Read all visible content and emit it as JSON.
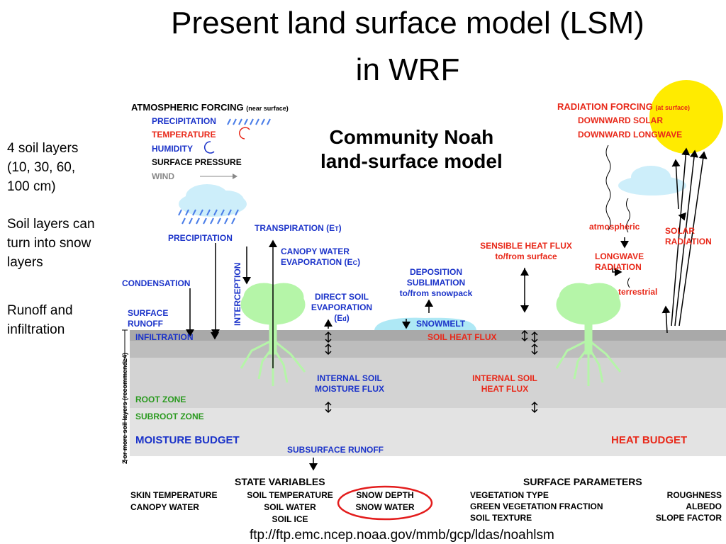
{
  "slide_title_line1": "Present land surface model (LSM)",
  "slide_title_line2": "in WRF",
  "notes": {
    "soil_layers_1": "4 soil layers",
    "soil_layers_2": "(10, 30, 60,",
    "soil_layers_3": "100 cm)",
    "snow_layers_1": "Soil layers can",
    "snow_layers_2": "turn into snow",
    "snow_layers_3": "layers",
    "runoff_1": "Runoff and",
    "runoff_2": "infiltration"
  },
  "diagram": {
    "model_name_1": "Community Noah",
    "model_name_2": "land-surface model",
    "atmospheric_forcing": "ATMOSPHERIC FORCING",
    "atmospheric_forcing_note": "(near surface)",
    "forcing_items": [
      "PRECIPITATION",
      "TEMPERATURE",
      "HUMIDITY",
      "SURFACE PRESSURE",
      "WIND"
    ],
    "radiation_forcing": "RADIATION FORCING",
    "radiation_forcing_note": "(at surface)",
    "radiation_items": [
      "DOWNWARD SOLAR",
      "DOWNWARD LONGWAVE"
    ],
    "precipitation": "PRECIPITATION",
    "transpiration": "TRANSPIRATION (E",
    "transpiration_sub": "T",
    "canopy_evap_1": "CANOPY WATER",
    "canopy_evap_2": "EVAPORATION (E",
    "canopy_evap_sub": "C",
    "condensation": "CONDENSATION",
    "interception": "INTERCEPTION",
    "surface_runoff_1": "SURFACE",
    "surface_runoff_2": "RUNOFF",
    "direct_soil_1": "DIRECT SOIL",
    "direct_soil_2": "EVAPORATION",
    "direct_soil_3": "(E",
    "direct_soil_sub": "d",
    "deposition_1": "DEPOSITION",
    "deposition_2": "SUBLIMATION",
    "deposition_3": "to/from snowpack",
    "snowmelt": "SNOWMELT",
    "sensible_1": "SENSIBLE HEAT FLUX",
    "sensible_2": "to/from surface",
    "atmospheric": "atmospheric",
    "longwave_1": "LONGWAVE",
    "longwave_2": "RADIATION",
    "terrestrial": "terrestrial",
    "solar_1": "SOLAR",
    "solar_2": "RADIATION",
    "infiltration": "INFILTRATION",
    "soil_heat_flux": "SOIL HEAT FLUX",
    "internal_moisture_1": "INTERNAL SOIL",
    "internal_moisture_2": "MOISTURE FLUX",
    "internal_heat_1": "INTERNAL SOIL",
    "internal_heat_2": "HEAT FLUX",
    "root_zone": "ROOT ZONE",
    "subroot_zone": "SUBROOT ZONE",
    "moisture_budget": "MOISTURE BUDGET",
    "heat_budget": "HEAT BUDGET",
    "subsurface_runoff": "SUBSURFACE RUNOFF",
    "soil_axis": "2 or more soil layers (recommend≥4)",
    "state_variables": "STATE VARIABLES",
    "state_items_col1": [
      "SKIN TEMPERATURE",
      "CANOPY WATER"
    ],
    "state_items_col2": [
      "SOIL TEMPERATURE",
      "SOIL WATER",
      "SOIL ICE"
    ],
    "state_items_col3": [
      "SNOW DEPTH",
      "SNOW WATER"
    ],
    "surface_parameters": "SURFACE PARAMETERS",
    "param_items_col1": [
      "VEGETATION TYPE",
      "GREEN VEGETATION FRACTION",
      "SOIL TEXTURE"
    ],
    "param_items_col2": [
      "ROUGHNESS",
      "ALBEDO",
      "SLOPE FACTOR"
    ]
  },
  "source_url": "ftp://ftp.emc.ncep.noaa.gov/mmb/gcp/ldas/noahlsm",
  "colors": {
    "label_blue": "#1b33c9",
    "label_red": "#e8291a",
    "label_green": "#2a9a1f",
    "sun_yellow": "#ffeb00",
    "cloud_blue": "#cdeefa",
    "tree_green": "#b5f5a8",
    "soil_gray": "#d9d9d9",
    "highlight_red": "#e31c1c"
  }
}
